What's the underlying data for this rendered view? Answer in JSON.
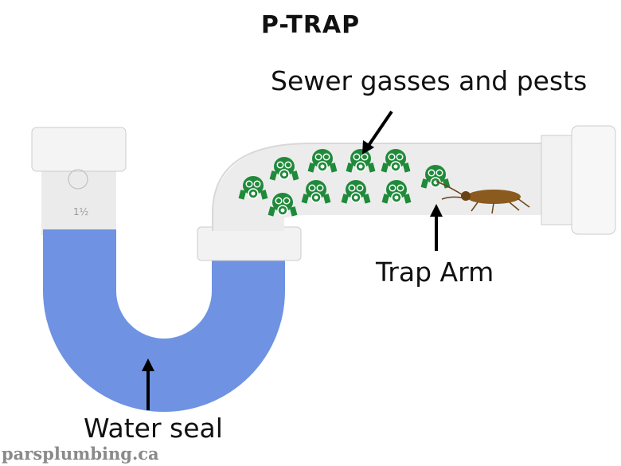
{
  "title": "P-TRAP",
  "labels": {
    "sewer": "Sewer gasses and pests",
    "trap_arm": "Trap Arm",
    "water_seal": "Water seal"
  },
  "watermark": "parsplumbing.ca",
  "pipe_marking": "1½",
  "icons": [
    "gas-mask-icon",
    "cockroach-icon",
    "arrow-icon"
  ],
  "colors": {
    "water": "#6f93e2",
    "pipe": "#ececec",
    "mask": "#1f8a3a",
    "roach": "#8b5a1e"
  }
}
